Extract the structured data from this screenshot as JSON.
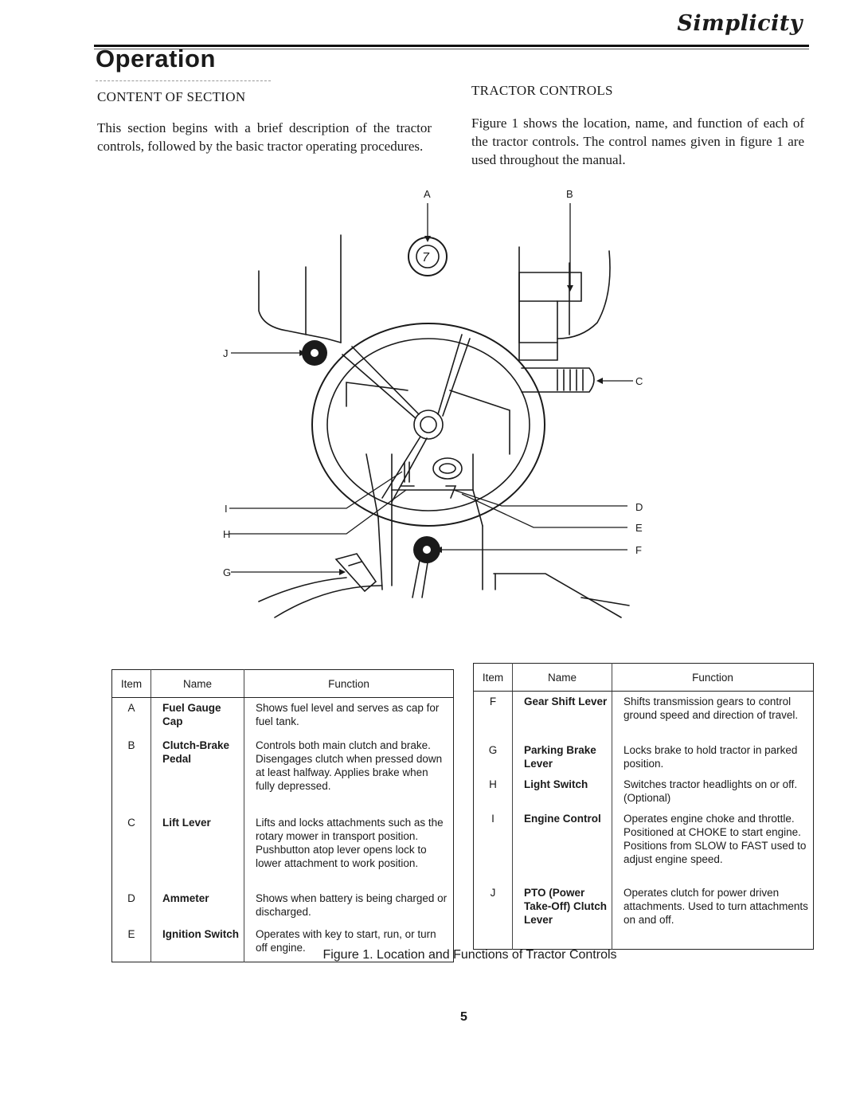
{
  "header": {
    "brand": "Simplicity",
    "section_title": "Operation"
  },
  "content_of_section": {
    "heading": "CONTENT OF SECTION",
    "text": "This section begins with a brief description of the tractor controls, followed by the basic tractor operating procedures."
  },
  "tractor_controls": {
    "heading": "TRACTOR CONTROLS",
    "text": "Figure 1 shows the location, name, and function of each of the tractor controls. The control names given in figure 1 are used throughout the manual."
  },
  "figure": {
    "callouts": [
      "A",
      "B",
      "C",
      "D",
      "E",
      "F",
      "G",
      "H",
      "I",
      "J"
    ],
    "caption": "Figure 1.  Location and Functions of Tractor Controls"
  },
  "table_headers": {
    "item": "Item",
    "name": "Name",
    "function": "Function"
  },
  "table_left": [
    {
      "item": "A",
      "name": "Fuel Gauge Cap",
      "function": "Shows fuel level and serves as cap for fuel tank."
    },
    {
      "item": "B",
      "name": "Clutch-Brake Pedal",
      "function": "Controls both main clutch and brake. Disengages clutch when pressed down at least halfway. Applies brake when fully depressed."
    },
    {
      "item": "C",
      "name": "Lift Lever",
      "function": "Lifts and locks attachments such as the rotary mower in transport position. Pushbutton atop lever opens lock to lower attachment to work position."
    },
    {
      "item": "D",
      "name": "Ammeter",
      "function": "Shows when battery is being charged or discharged."
    },
    {
      "item": "E",
      "name": "Ignition Switch",
      "function": "Operates with key to start, run, or turn off engine."
    }
  ],
  "table_right": [
    {
      "item": "F",
      "name": "Gear Shift Lever",
      "function": "Shifts transmission gears to control ground speed and direction of travel."
    },
    {
      "item": "G",
      "name": "Parking Brake Lever",
      "function": "Locks brake to hold tractor in parked position."
    },
    {
      "item": "H",
      "name": "Light Switch",
      "function": "Switches tractor headlights on or off. (Optional)"
    },
    {
      "item": "I",
      "name": "Engine Control",
      "function": "Operates engine choke and throttle. Positioned at CHOKE to start engine. Positions from SLOW to FAST used to adjust engine speed."
    },
    {
      "item": "J",
      "name": "PTO (Power Take-Off) Clutch Lever",
      "function": "Operates clutch for power driven attachments. Used to turn attachments on and off."
    }
  ],
  "page_number": "5"
}
